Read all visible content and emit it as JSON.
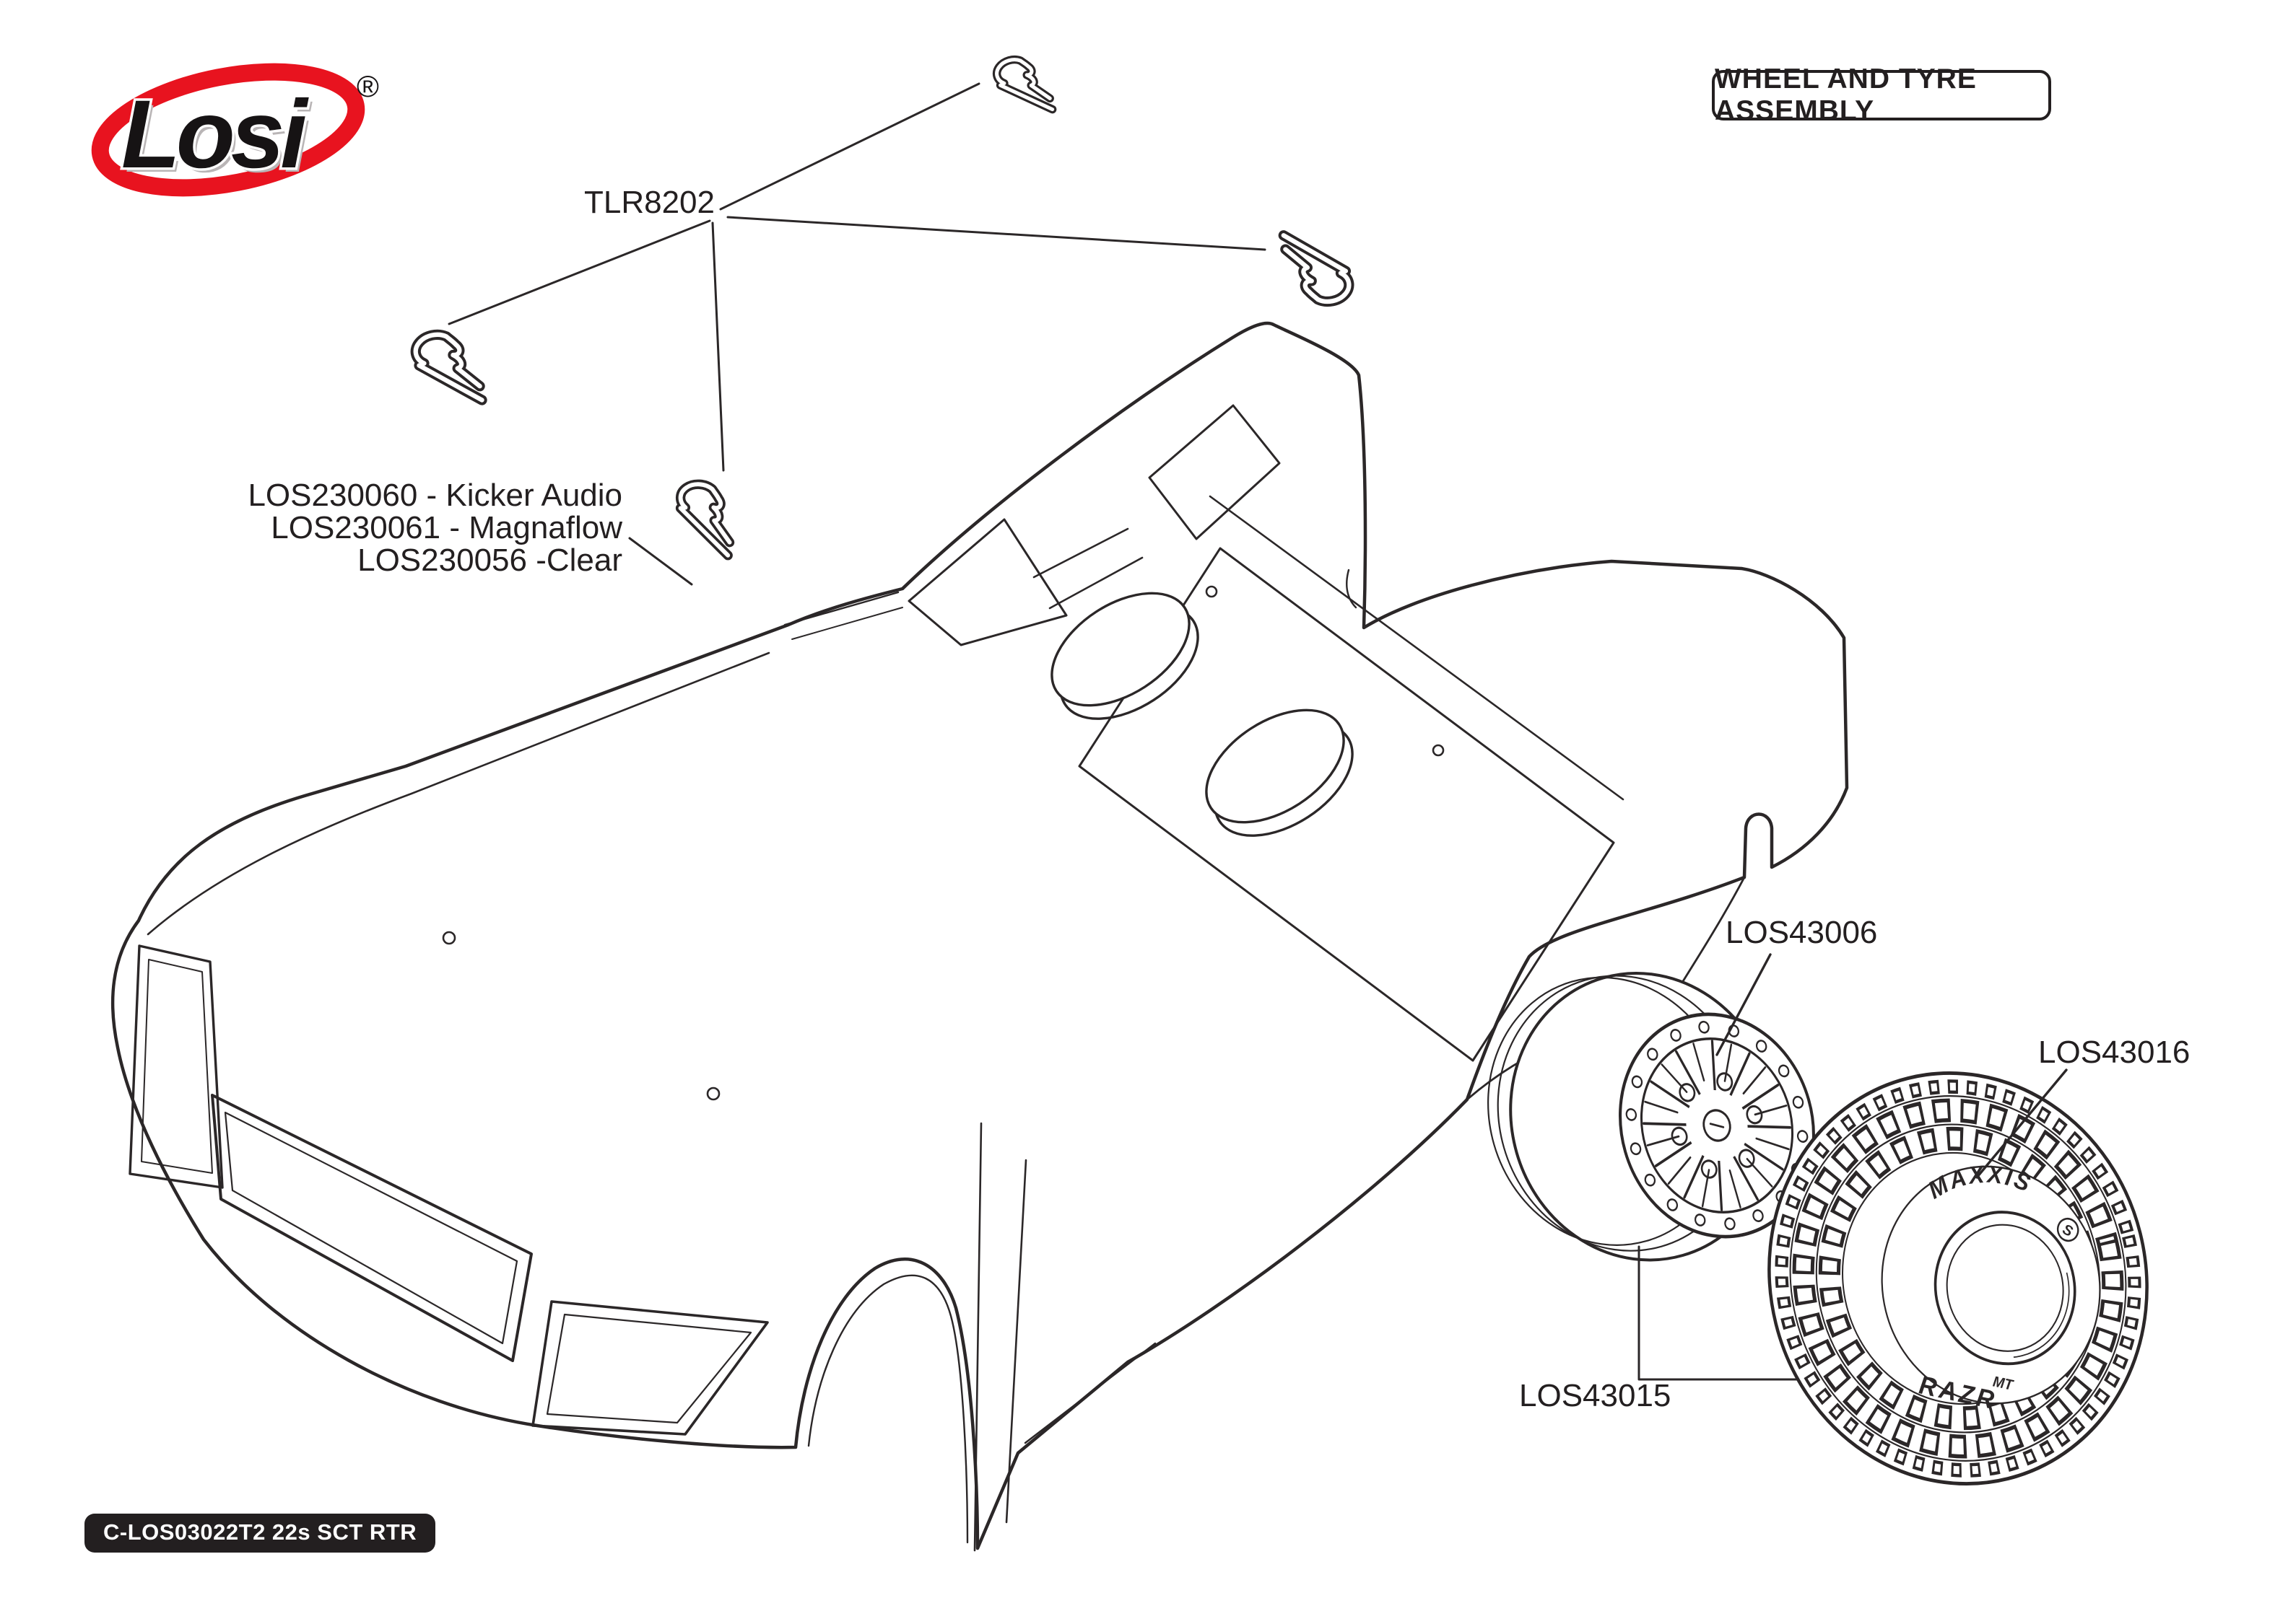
{
  "header": {
    "assembly_title": "WHEEL AND TYRE ASSEMBLY"
  },
  "brand": {
    "logo_text": "Losi",
    "registered_mark": "®"
  },
  "callouts": {
    "body_clips": "TLR8202",
    "body_option_lines": [
      "LOS230060 - Kicker Audio",
      "LOS230061 - Magnaflow",
      "LOS230056 -Clear"
    ],
    "wheel": "LOS43006",
    "tire": "LOS43016",
    "wheel_tire_assembly": "LOS43015"
  },
  "tire_sidewall": {
    "brand": "MAXXIS",
    "model": "RAZR",
    "model_suffix": "MT",
    "logo_letter": "S"
  },
  "footer": {
    "kit_code": "C-LOS03022T2 22s SCT RTR"
  },
  "colors": {
    "line_art": "#2b2728",
    "label_text": "#231f20",
    "logo_red": "#e8131f",
    "badge_background": "#231f20",
    "badge_text": "#ffffff"
  }
}
